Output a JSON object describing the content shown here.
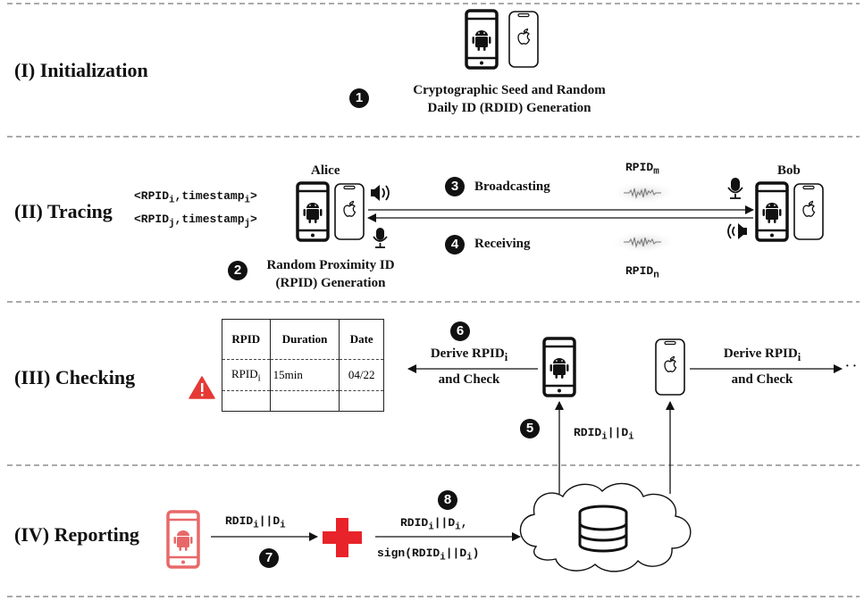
{
  "sections": {
    "initialization": "(I) Initialization",
    "tracing": "(II) Tracing",
    "checking": "(III) Checking",
    "reporting": "(IV) Reporting"
  },
  "steps": {
    "s1": "1",
    "s2": "2",
    "s3": "3",
    "s4": "4",
    "s5": "5",
    "s6": "6",
    "s7": "7",
    "s8": "8"
  },
  "init": {
    "line1": "Cryptographic Seed and Random",
    "line2": "Daily ID (RDID) Generation"
  },
  "tracing": {
    "alice": "Alice",
    "bob": "Bob",
    "store": [
      {
        "prefix": "<RPID",
        "sub": "i",
        "mid": ",timestamp",
        "sub2": "i",
        "suffix": ">"
      },
      {
        "prefix": "<RPID",
        "sub": "j",
        "mid": ",timestamp",
        "sub2": "j",
        "suffix": ">"
      }
    ],
    "broadcasting": "Broadcasting",
    "receiving": "Receiving",
    "rpid_m": {
      "base": "RPID",
      "sub": "m"
    },
    "rpid_n": {
      "base": "RPID",
      "sub": "n"
    },
    "gen_line1": "Random Proximity ID",
    "gen_line2": "(RPID) Generation"
  },
  "checking": {
    "table": {
      "headers": [
        "RPID",
        "Duration",
        "Date"
      ],
      "row": {
        "rpid": "RPID",
        "rpid_sub": "i",
        "duration": "15min",
        "date": "04/22"
      }
    },
    "derive_left": {
      "line1": "Derive RPID",
      "sub": "i",
      "line2": "and Check"
    },
    "derive_right": {
      "line1": "Derive RPID",
      "sub": "i",
      "line2": "and Check"
    },
    "ellipsis": "· ·",
    "rdid_label": {
      "a": "RDID",
      "sub": "i",
      "b": "||D",
      "sub2": "i"
    }
  },
  "reporting": {
    "label1": {
      "a": "RDID",
      "sub": "i",
      "b": "||D",
      "sub2": "i"
    },
    "label2": {
      "a": "RDID",
      "sub": "i",
      "b": "||D",
      "sub2": "i",
      "c": ","
    },
    "label3": {
      "a": "sign(RDID",
      "sub": "i",
      "b": "||D",
      "sub2": "i",
      "c": ")"
    }
  },
  "colors": {
    "line": "#111111",
    "phone_red": "#e8686a",
    "cross_red": "#e8232a",
    "warning_red": "#e53935",
    "wave_gray": "#9a9a9a"
  }
}
